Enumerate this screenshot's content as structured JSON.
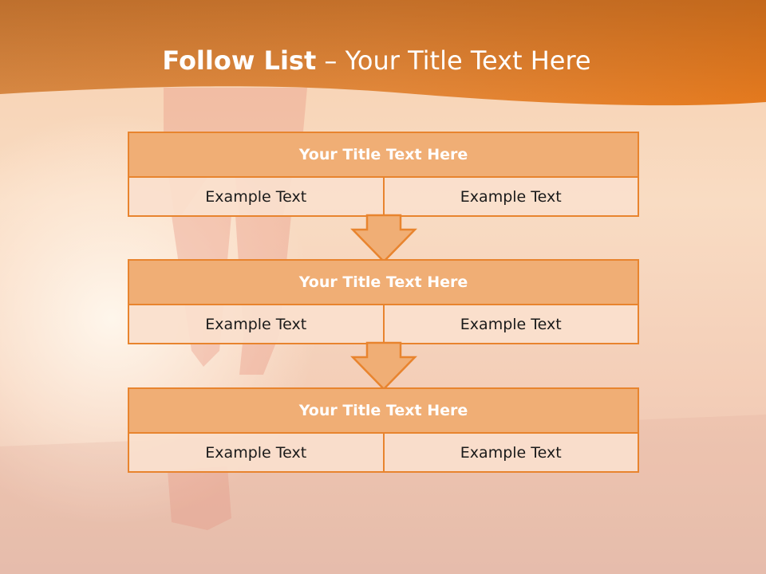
{
  "slide": {
    "title_bold": "Follow List",
    "title_rest": " – Your Title Text Here",
    "blocks": [
      {
        "header": "Your Title Text Here",
        "cells": [
          "Example Text",
          "Example Text"
        ]
      },
      {
        "header": "Your Title Text Here",
        "cells": [
          "Example Text",
          "Example Text"
        ]
      },
      {
        "header": "Your Title Text Here",
        "cells": [
          "Example Text",
          "Example Text"
        ]
      }
    ]
  },
  "colors": {
    "header_band": "#e07a22",
    "block_header_fill": "#f0ae75",
    "block_border": "#e8842e",
    "cell_fill": "#fadfcd"
  }
}
